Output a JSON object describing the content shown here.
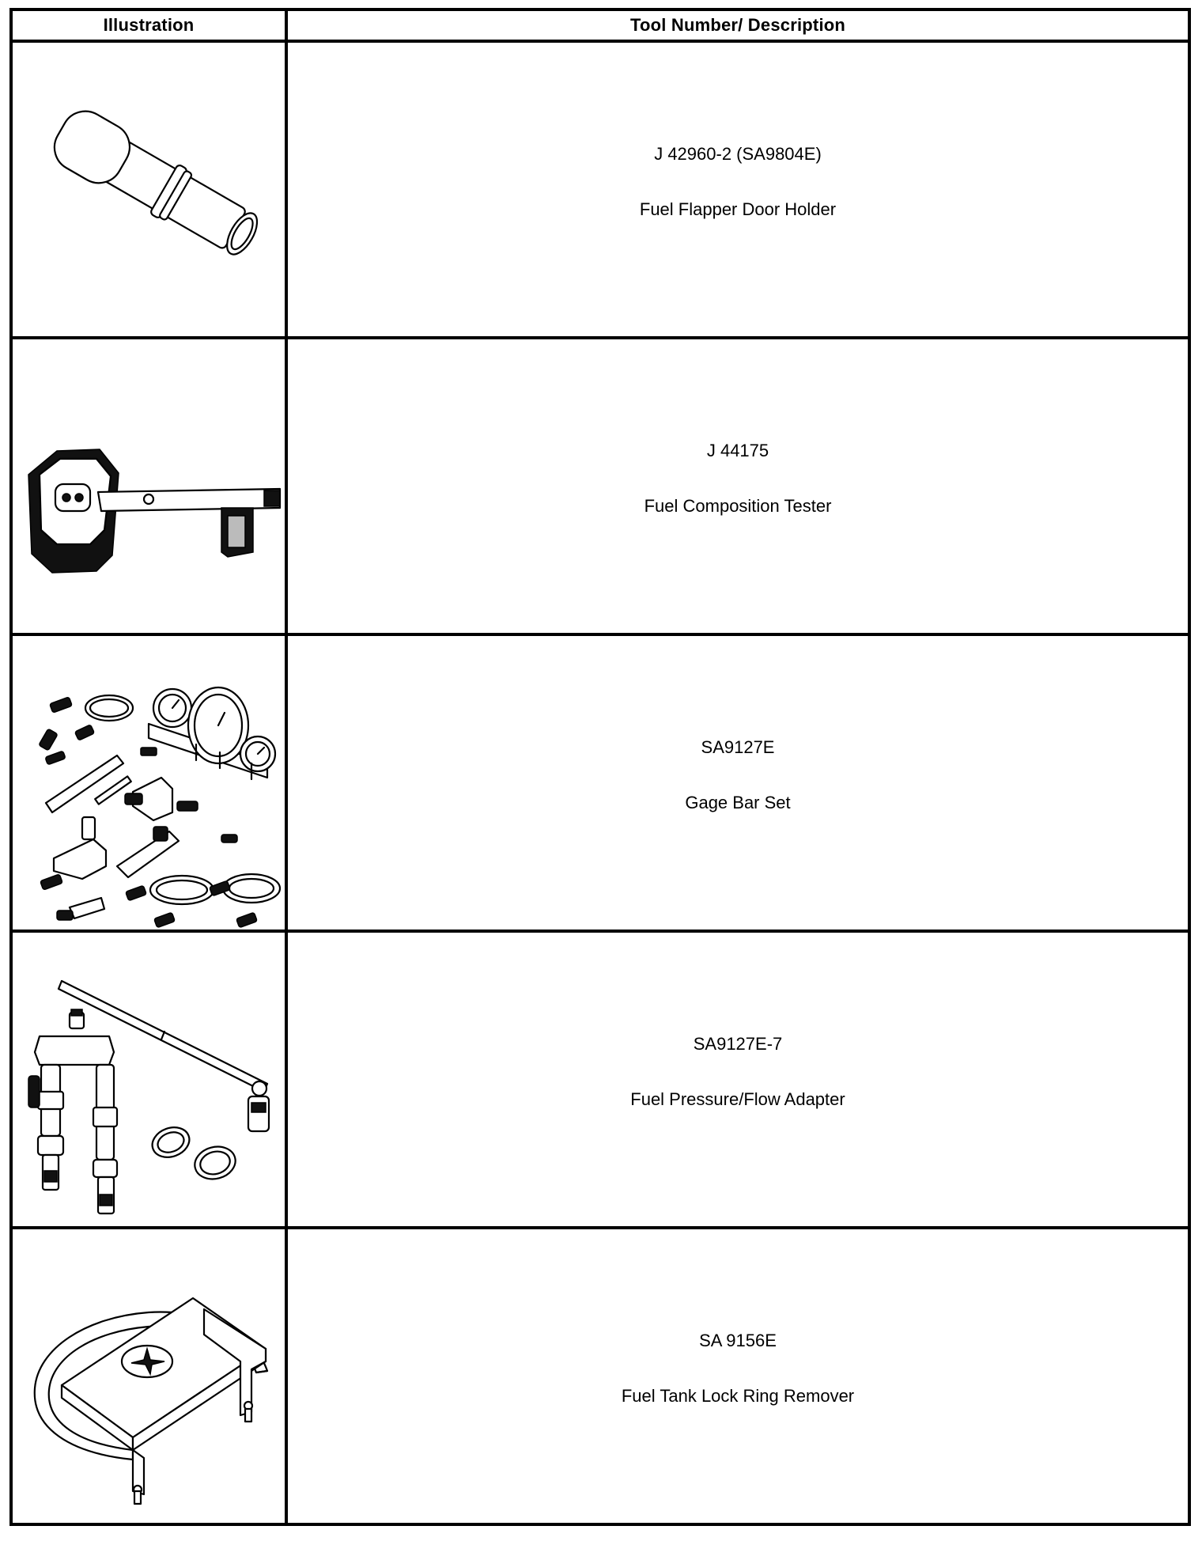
{
  "table": {
    "headers": {
      "illustration": "Illustration",
      "description": "Tool Number/ Description"
    },
    "rows": [
      {
        "tool_number": "J 42960-2 (SA9804E)",
        "description": "Fuel Flapper Door Holder",
        "illustration_icon": "flapper-door-holder-icon"
      },
      {
        "tool_number": "J 44175",
        "description": "Fuel Composition Tester",
        "illustration_icon": "composition-tester-icon"
      },
      {
        "tool_number": "SA9127E",
        "description": "Gage Bar Set",
        "illustration_icon": "gage-bar-set-icon"
      },
      {
        "tool_number": "SA9127E-7",
        "description": "Fuel Pressure/Flow Adapter",
        "illustration_icon": "pressure-flow-adapter-icon"
      },
      {
        "tool_number": "SA 9156E",
        "description": "Fuel Tank Lock Ring Remover",
        "illustration_icon": "lock-ring-remover-icon"
      }
    ]
  }
}
